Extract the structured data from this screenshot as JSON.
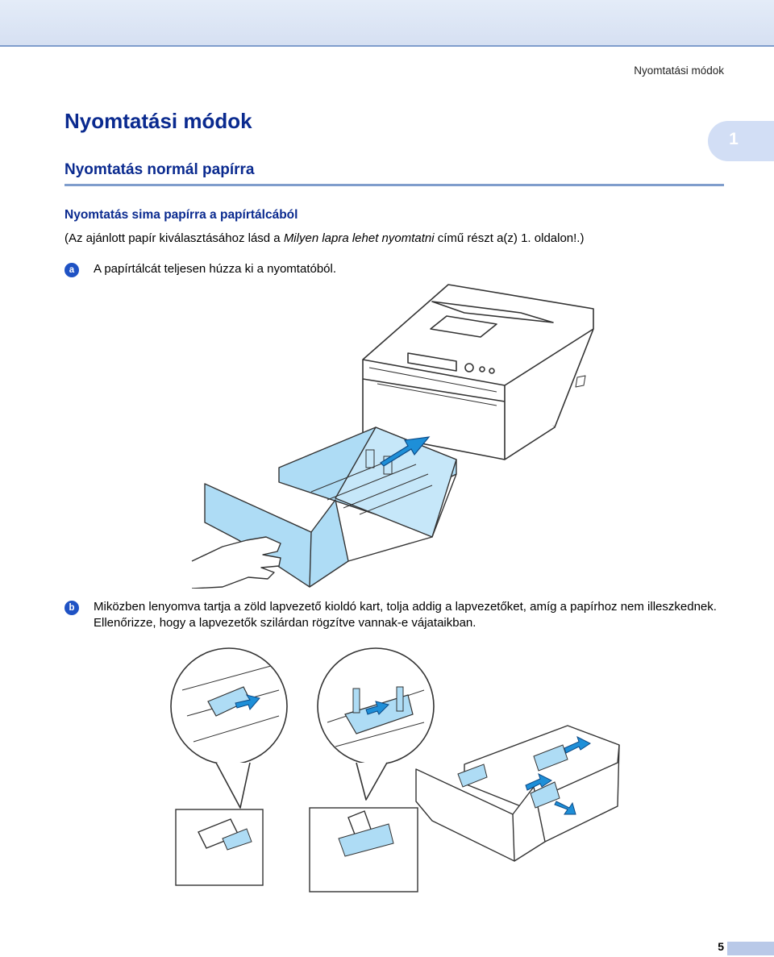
{
  "header": {
    "running_title": "Nyomtatási módok"
  },
  "chapter": {
    "number": "1"
  },
  "headings": {
    "h1": "Nyomtatási módok",
    "h2": "Nyomtatás normál papírra",
    "h3": "Nyomtatás sima papírra a papírtálcából"
  },
  "intro": {
    "before": "(Az ajánlott papír kiválasztásához lásd a ",
    "link": "Milyen lapra lehet nyomtatni",
    "after": " című részt a(z) 1. oldalon!.)"
  },
  "steps": [
    {
      "label": "a",
      "text": "A papírtálcát teljesen húzza ki a nyomtatóból."
    },
    {
      "label": "b",
      "text": "Miközben lenyomva tartja a zöld lapvezető kioldó kart, tolja addig a lapvezetőket, amíg a papírhoz nem illeszkednek. Ellenőrizze, hogy a lapvezetők szilárdan rögzítve vannak-e vájataikban."
    }
  ],
  "footer": {
    "page_number": "5"
  },
  "colors": {
    "heading": "#0a2a8f",
    "accent": "#1f52c4",
    "highlight": "#aedcf5",
    "rule": "#7f9dcc"
  }
}
